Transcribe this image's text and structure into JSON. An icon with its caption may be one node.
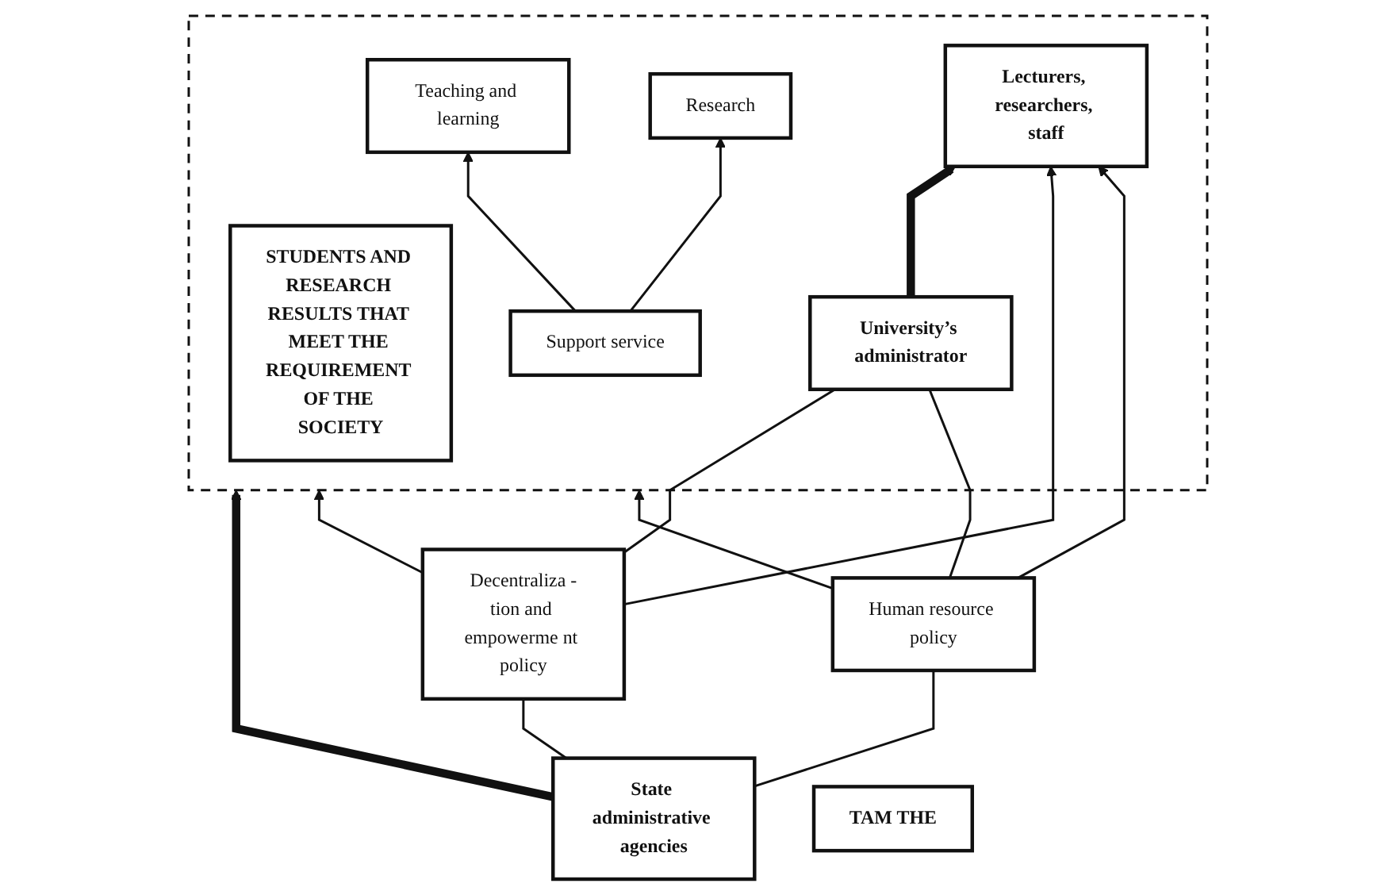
{
  "diagram": {
    "nodes": [
      {
        "text": [],
        "shape": "box"
      },
      {
        "text": [
          "STUDENTS AND RESEARCH RESULTS THAT MEET THE REQUIREMENT OF THE SOCIETY"
        ],
        "in": 0
      },
      {
        "text": [
          "Teaching and learning"
        ],
        "in": 0
      },
      {
        "text": [
          "Support service"
        ],
        "in": 0
      },
      {
        "text": [
          "Research"
        ],
        "in": 0
      },
      {
        "text": [
          "Lecturers, researchers, staff"
        ],
        "in": 0
      },
      {
        "text": [
          "University’s administrator"
        ],
        "in": 0
      },
      {
        "text": [
          "Human resource policy"
        ]
      },
      {
        "text": [
          "Decentraliza -tion and empowerme nt policy"
        ]
      },
      {
        "text": [
          "State administrative agencies"
        ]
      },
      {
        "text": [
          "TAM THE"
        ]
      }
    ],
    "edges": [
      {
        "from": 3,
        "to": 2,
        "arrow": "to"
      },
      {
        "from": 3,
        "to": 4,
        "arrow": "to"
      },
      {
        "from": 7,
        "to": 0,
        "arrow": "to"
      },
      {
        "from": 8,
        "to": 0,
        "arrow": "to"
      },
      {
        "from": 7,
        "to": 5,
        "arrow": "to"
      },
      {
        "from": 8,
        "to": 5,
        "arrow": "to"
      },
      {
        "from": 6,
        "to": 5,
        "arrow": "to",
        "style": "thick"
      },
      {
        "from": 7,
        "to": 6,
        "arrow": "none"
      },
      {
        "from": 8,
        "to": 6,
        "arrow": "none"
      },
      {
        "from": 9,
        "to": 0,
        "arrow": "to",
        "style": "thick"
      },
      {
        "from": 9,
        "to": 7,
        "arrow": "none"
      },
      {
        "from": 9,
        "to": 8,
        "arrow": "none"
      }
    ]
  }
}
